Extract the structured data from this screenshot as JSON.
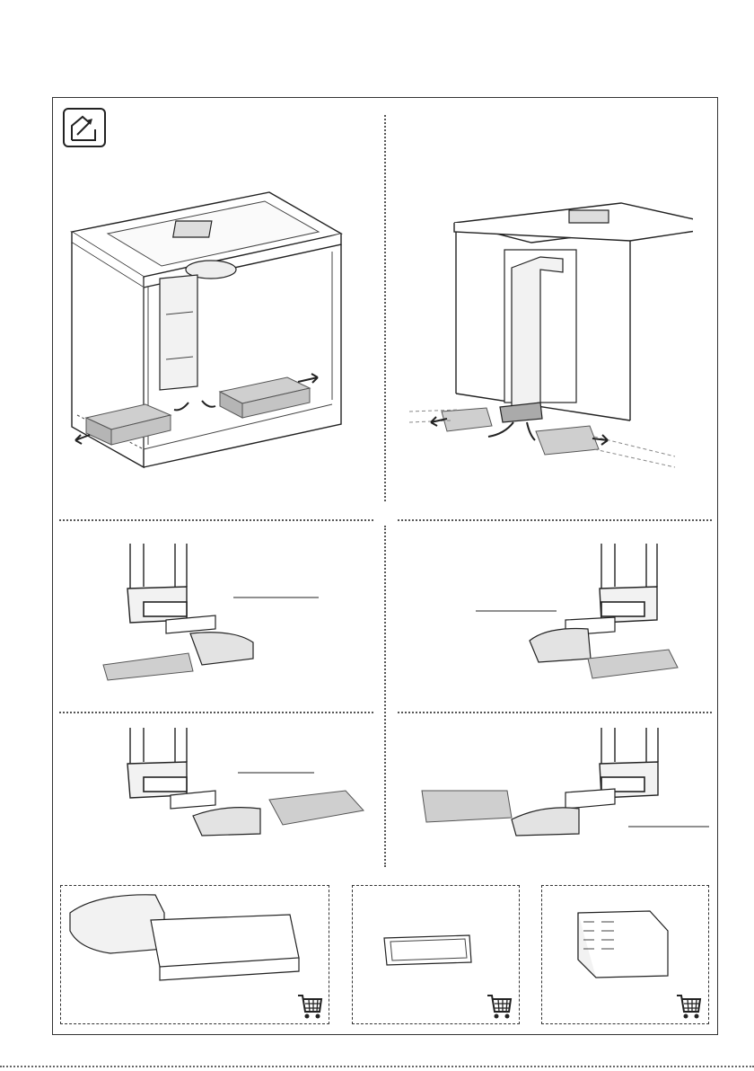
{
  "page": {
    "section_icon": "home-upgrade-icon",
    "colors": {
      "line": "#222222",
      "filter_fill": "#cfcfcf",
      "filter_shade": "#b5b5b5",
      "duct_fill": "#f2f2f2",
      "background": "#ffffff"
    }
  },
  "scenes": [
    {
      "id": "cabinet-front-install",
      "icon": "kitchen-cabinet-illustration"
    },
    {
      "id": "cabinet-rear-install",
      "icon": "kitchen-cabinet-illustration"
    }
  ],
  "steps": [
    {
      "id": "duct-left-variant-a",
      "icon": "duct-assembly-illustration"
    },
    {
      "id": "duct-right-variant-a",
      "icon": "duct-assembly-illustration"
    },
    {
      "id": "duct-left-variant-b",
      "icon": "duct-assembly-illustration"
    },
    {
      "id": "duct-right-variant-b",
      "icon": "duct-assembly-illustration"
    }
  ],
  "accessories": [
    {
      "id": "bend-and-duct-kit",
      "icon": "shopping-cart-icon"
    },
    {
      "id": "duct-connector",
      "icon": "shopping-cart-icon"
    },
    {
      "id": "vent-grille",
      "icon": "shopping-cart-icon"
    }
  ]
}
